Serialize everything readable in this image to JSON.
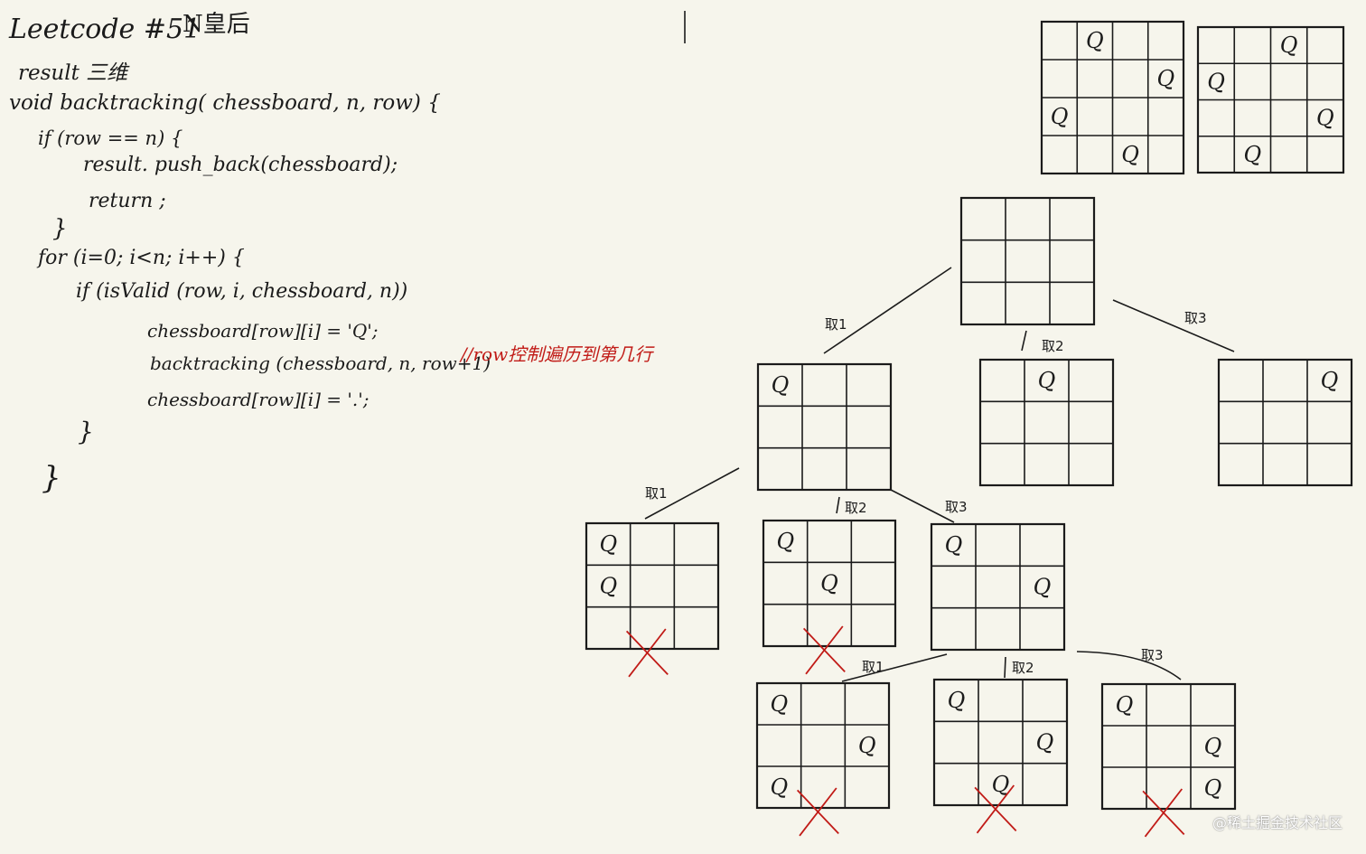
{
  "title": "Leetcode #51",
  "subtitle": "N皇后",
  "code": [
    "result 三维",
    "void backtracking( chessboard, n, row) {",
    "if (row == n) {",
    "result. push_back(chessboard);",
    "return ;",
    "}",
    "for (i=0; i<n; i++) {",
    "if (isValid (row, i, chessboard, n))",
    "chessboard[row][i] = 'Q';",
    "backtracking (chessboard, n, row+1)",
    "chessboard[row][i] = '.';",
    "}",
    "}"
  ],
  "comment": "//row控制遍历到第几行",
  "queen_symbol": "Q",
  "edge_labels": [
    "取1",
    "取2",
    "取3",
    "取1",
    "取2",
    "取3",
    "取1",
    "取2",
    "取3"
  ],
  "boards": {
    "solution_1": [
      [
        0,
        1,
        0,
        0
      ],
      [
        0,
        0,
        0,
        1
      ],
      [
        1,
        0,
        0,
        0
      ],
      [
        0,
        0,
        1,
        0
      ]
    ],
    "solution_2": [
      [
        0,
        0,
        1,
        0
      ],
      [
        1,
        0,
        0,
        0
      ],
      [
        0,
        0,
        0,
        1
      ],
      [
        0,
        1,
        0,
        0
      ]
    ],
    "root": [
      [
        0,
        0,
        0
      ],
      [
        0,
        0,
        0
      ],
      [
        0,
        0,
        0
      ]
    ],
    "level1_take1": [
      [
        1,
        0,
        0
      ],
      [
        0,
        0,
        0
      ],
      [
        0,
        0,
        0
      ]
    ],
    "level1_take2": [
      [
        0,
        1,
        0
      ],
      [
        0,
        0,
        0
      ],
      [
        0,
        0,
        0
      ]
    ],
    "level1_take3": [
      [
        0,
        0,
        1
      ],
      [
        0,
        0,
        0
      ],
      [
        0,
        0,
        0
      ]
    ],
    "level2_take1": [
      [
        1,
        0,
        0
      ],
      [
        1,
        0,
        0
      ],
      [
        0,
        0,
        0
      ]
    ],
    "level2_take2": [
      [
        1,
        0,
        0
      ],
      [
        0,
        1,
        0
      ],
      [
        0,
        0,
        0
      ]
    ],
    "level2_take3": [
      [
        1,
        0,
        0
      ],
      [
        0,
        0,
        1
      ],
      [
        0,
        0,
        0
      ]
    ],
    "level3_take1": [
      [
        1,
        0,
        0
      ],
      [
        0,
        0,
        1
      ],
      [
        1,
        0,
        0
      ]
    ],
    "level3_take2": [
      [
        1,
        0,
        0
      ],
      [
        0,
        0,
        1
      ],
      [
        0,
        1,
        0
      ]
    ],
    "level3_take3": [
      [
        1,
        0,
        0
      ],
      [
        0,
        0,
        1
      ],
      [
        0,
        0,
        1
      ]
    ]
  },
  "invalid_boards": [
    "level2_take1",
    "level2_take2",
    "level3_take1",
    "level3_take2",
    "level3_take3"
  ],
  "colors": {
    "ink": "#1b1b1b",
    "annotation_red": "#c11b17",
    "paper": "#f6f5ec"
  },
  "watermark": "@稀土掘金技术社区"
}
